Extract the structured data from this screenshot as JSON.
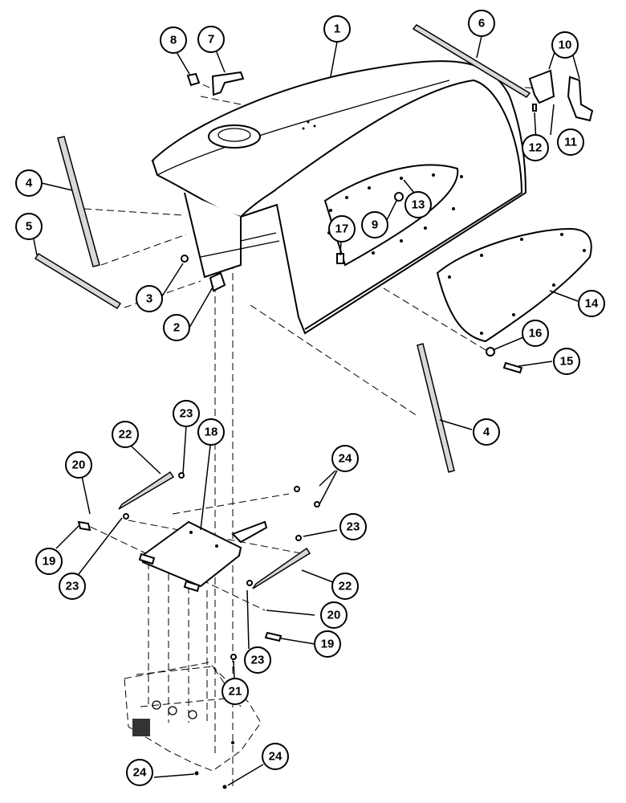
{
  "callouts": [
    {
      "id": "c1",
      "label": "1"
    },
    {
      "id": "c2",
      "label": "2"
    },
    {
      "id": "c3",
      "label": "3"
    },
    {
      "id": "c4a",
      "label": "4"
    },
    {
      "id": "c4b",
      "label": "4"
    },
    {
      "id": "c5",
      "label": "5"
    },
    {
      "id": "c6",
      "label": "6"
    },
    {
      "id": "c7",
      "label": "7"
    },
    {
      "id": "c8",
      "label": "8"
    },
    {
      "id": "c9",
      "label": "9"
    },
    {
      "id": "c10",
      "label": "10"
    },
    {
      "id": "c11",
      "label": "11"
    },
    {
      "id": "c12",
      "label": "12"
    },
    {
      "id": "c13",
      "label": "13"
    },
    {
      "id": "c14",
      "label": "14"
    },
    {
      "id": "c15",
      "label": "15"
    },
    {
      "id": "c16",
      "label": "16"
    },
    {
      "id": "c17",
      "label": "17"
    },
    {
      "id": "c18",
      "label": "18"
    },
    {
      "id": "c19a",
      "label": "19"
    },
    {
      "id": "c19b",
      "label": "19"
    },
    {
      "id": "c20a",
      "label": "20"
    },
    {
      "id": "c20b",
      "label": "20"
    },
    {
      "id": "c21",
      "label": "21"
    },
    {
      "id": "c22a",
      "label": "22"
    },
    {
      "id": "c22b",
      "label": "22"
    },
    {
      "id": "c23a",
      "label": "23"
    },
    {
      "id": "c23b",
      "label": "23"
    },
    {
      "id": "c23c",
      "label": "23"
    },
    {
      "id": "c23d",
      "label": "23"
    },
    {
      "id": "c24a",
      "label": "24"
    },
    {
      "id": "c24b",
      "label": "24"
    },
    {
      "id": "c24c",
      "label": "24"
    }
  ]
}
